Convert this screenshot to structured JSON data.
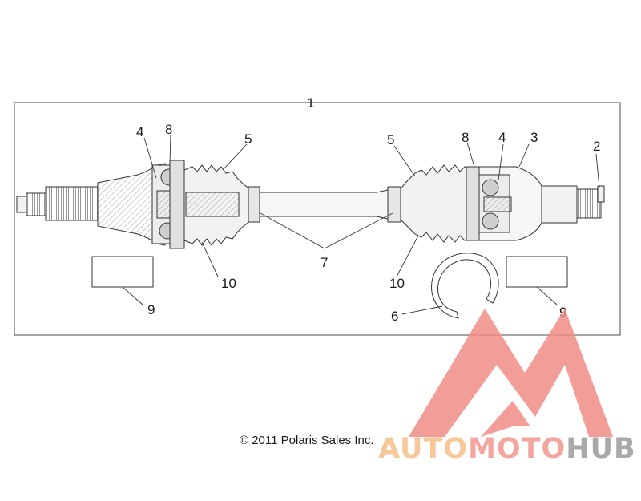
{
  "callouts": {
    "c1": "1",
    "c2": "2",
    "c3": "3",
    "c4_left": "4",
    "c4_right": "4",
    "c5_left": "5",
    "c5_right": "5",
    "c6": "6",
    "c7": "7",
    "c8_left": "8",
    "c8_right": "8",
    "c9_left": "9",
    "c9_right": "9",
    "c10_left": "10",
    "c10_right": "10"
  },
  "copyright": "© 2011 Polaris Sales Inc.",
  "watermark": {
    "part1": "AUTO",
    "part2": "MOTO",
    "part3": "HUB",
    "colors": {
      "part1": "#f6c89a",
      "part2": "#f3a6a0",
      "part3": "#a9a9a9",
      "logo": "#f08d85"
    }
  }
}
